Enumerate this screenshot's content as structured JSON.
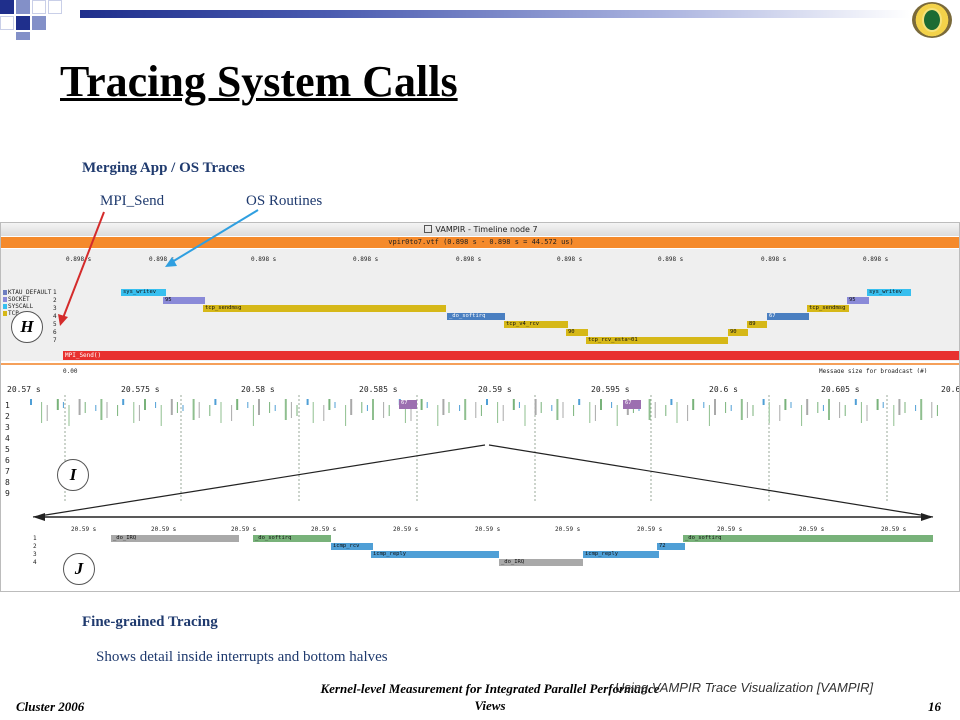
{
  "slide": {
    "title": "Tracing System Calls",
    "section1_heading": "Merging App / OS Traces",
    "callout_mpi": "MPI_Send",
    "callout_os": "OS Routines",
    "section2_heading": "Fine-grained Tracing",
    "section2_text": "Shows detail inside interrupts and bottom halves"
  },
  "vampir": {
    "window_title": "VAMPIR - Timeline node 7",
    "file_info": "vpir0to7.vtf (0.898 s - 0.898 s = 44.572 us)",
    "legend": [
      {
        "label": "KTAU_DEFAULT",
        "color": "#6d7ec0"
      },
      {
        "label": "SOCKET",
        "color": "#8a8ad8"
      },
      {
        "label": "SYSCALL",
        "color": "#37bfef"
      },
      {
        "label": "TCP",
        "color": "#d6b818"
      }
    ],
    "top_ticks": [
      "0.898 s",
      "0.898 s",
      "0.898 s",
      "0.898 s",
      "0.898 s",
      "0.898 s",
      "0.898 s",
      "0.898 s",
      "0.898 s"
    ],
    "row_numbers": [
      "1",
      "2",
      "3",
      "4",
      "5",
      "6",
      "7"
    ],
    "segments": [
      {
        "label": "sys_writev",
        "color": "#37bfef"
      },
      {
        "label": "95",
        "color": "#8a8ad8"
      },
      {
        "label": "tcp_sendmsg",
        "color": "#d6b818"
      },
      {
        "label": "_do_softirq",
        "color": "#4a7fc1"
      },
      {
        "label": "tcp_v4_rcv",
        "color": "#d6b818"
      },
      {
        "label": "90",
        "color": "#d6b818"
      },
      {
        "label": "tcp_rcv_esta~01",
        "color": "#d6b818"
      },
      {
        "label": "90",
        "color": "#d6b818"
      },
      {
        "label": "89",
        "color": "#d6b818"
      },
      {
        "label": "67",
        "color": "#4a7fc1"
      },
      {
        "label": "tcp_sendmsg",
        "color": "#d6b818"
      },
      {
        "label": "95",
        "color": "#8a8ad8"
      },
      {
        "label": "sys_writev",
        "color": "#37bfef"
      }
    ],
    "mpi_bar": "MPI_Send()",
    "scale_left": "0.00",
    "message_size_label": "Message size for broadcast (#)",
    "panel_I_ticks": [
      "20.57 s",
      "20.575 s",
      "20.58 s",
      "20.585 s",
      "20.59 s",
      "20.595 s",
      "20.6 s",
      "20.605 s",
      "20.6"
    ],
    "panel_I_rows": [
      "1",
      "2",
      "3",
      "4",
      "5",
      "6",
      "7",
      "8",
      "9"
    ],
    "panel_I_badges": [
      "67",
      "67"
    ],
    "panel_J_ticks": [
      "20.59 s",
      "20.59 s",
      "20.59 s",
      "20.59 s",
      "20.59 s",
      "20.59 s",
      "20.59 s",
      "20.59 s",
      "20.59 s",
      "20.59 s",
      "20.59 s"
    ],
    "panel_J_rows": [
      "1",
      "2",
      "3",
      "4"
    ],
    "panel_J_segments": [
      {
        "label": "_do_IRQ",
        "color": "#a9a9a9"
      },
      {
        "label": "_do_softirq",
        "color": "#78b27a"
      },
      {
        "label": "icmp_rcv",
        "color": "#4f9fd6"
      },
      {
        "label": "icmp_reply",
        "color": "#4f9fd6"
      },
      {
        "label": "_do_IRQ",
        "color": "#a9a9a9"
      },
      {
        "label": "icmp_reply",
        "color": "#4f9fd6"
      },
      {
        "label": "72",
        "color": "#4f9fd6"
      },
      {
        "label": "_do_softirq",
        "color": "#78b27a"
      }
    ],
    "circle_labels": [
      "H",
      "I",
      "J"
    ]
  },
  "footer": {
    "left": "Cluster 2006",
    "center": "Kernel-level Measurement for Integrated Parallel Performance Views",
    "overlay": "Using VAMPIR Trace Visualization [VAMPIR]",
    "page": "16"
  },
  "colors": {
    "heading": "#1f3a6e",
    "orange": "#f58a2b",
    "mpi_red": "#e8312f",
    "arrow_red": "#d42b2b",
    "arrow_blue": "#2f9fe0"
  }
}
